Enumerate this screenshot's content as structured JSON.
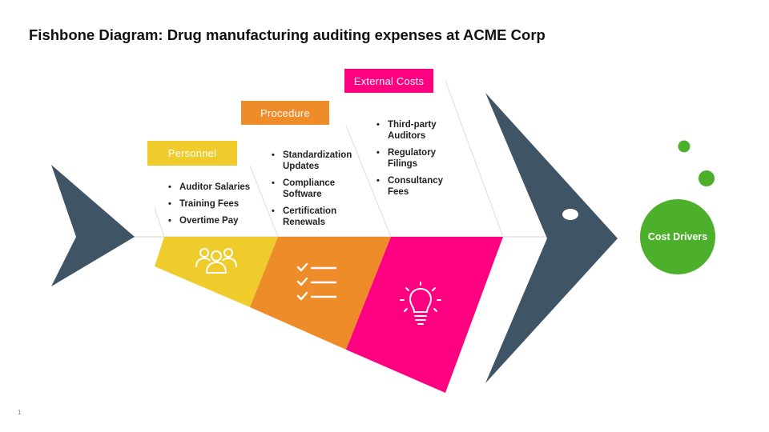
{
  "title": "Fishbone Diagram: Drug manufacturing auditing expenses at ACME Corp",
  "categories": [
    {
      "label": "Personnel",
      "color": "#EFCC2B",
      "icon": "people-icon",
      "items": [
        "Auditor Salaries",
        "Training Fees",
        "Overtime Pay"
      ]
    },
    {
      "label": "Procedure",
      "color": "#EF8C2A",
      "icon": "checklist-icon",
      "items": [
        "Standardization Updates",
        "Compliance Software",
        "Certification Renewals"
      ]
    },
    {
      "label": "External Costs",
      "color": "#FF0080",
      "icon": "lightbulb-icon",
      "items": [
        "Third-party Auditors",
        "Regulatory Filings",
        "Consultancy Fees"
      ]
    }
  ],
  "head": {
    "label": "Cost Drivers",
    "color": "#4CB02B"
  },
  "body_color": "#3F5465",
  "page_number": "1"
}
